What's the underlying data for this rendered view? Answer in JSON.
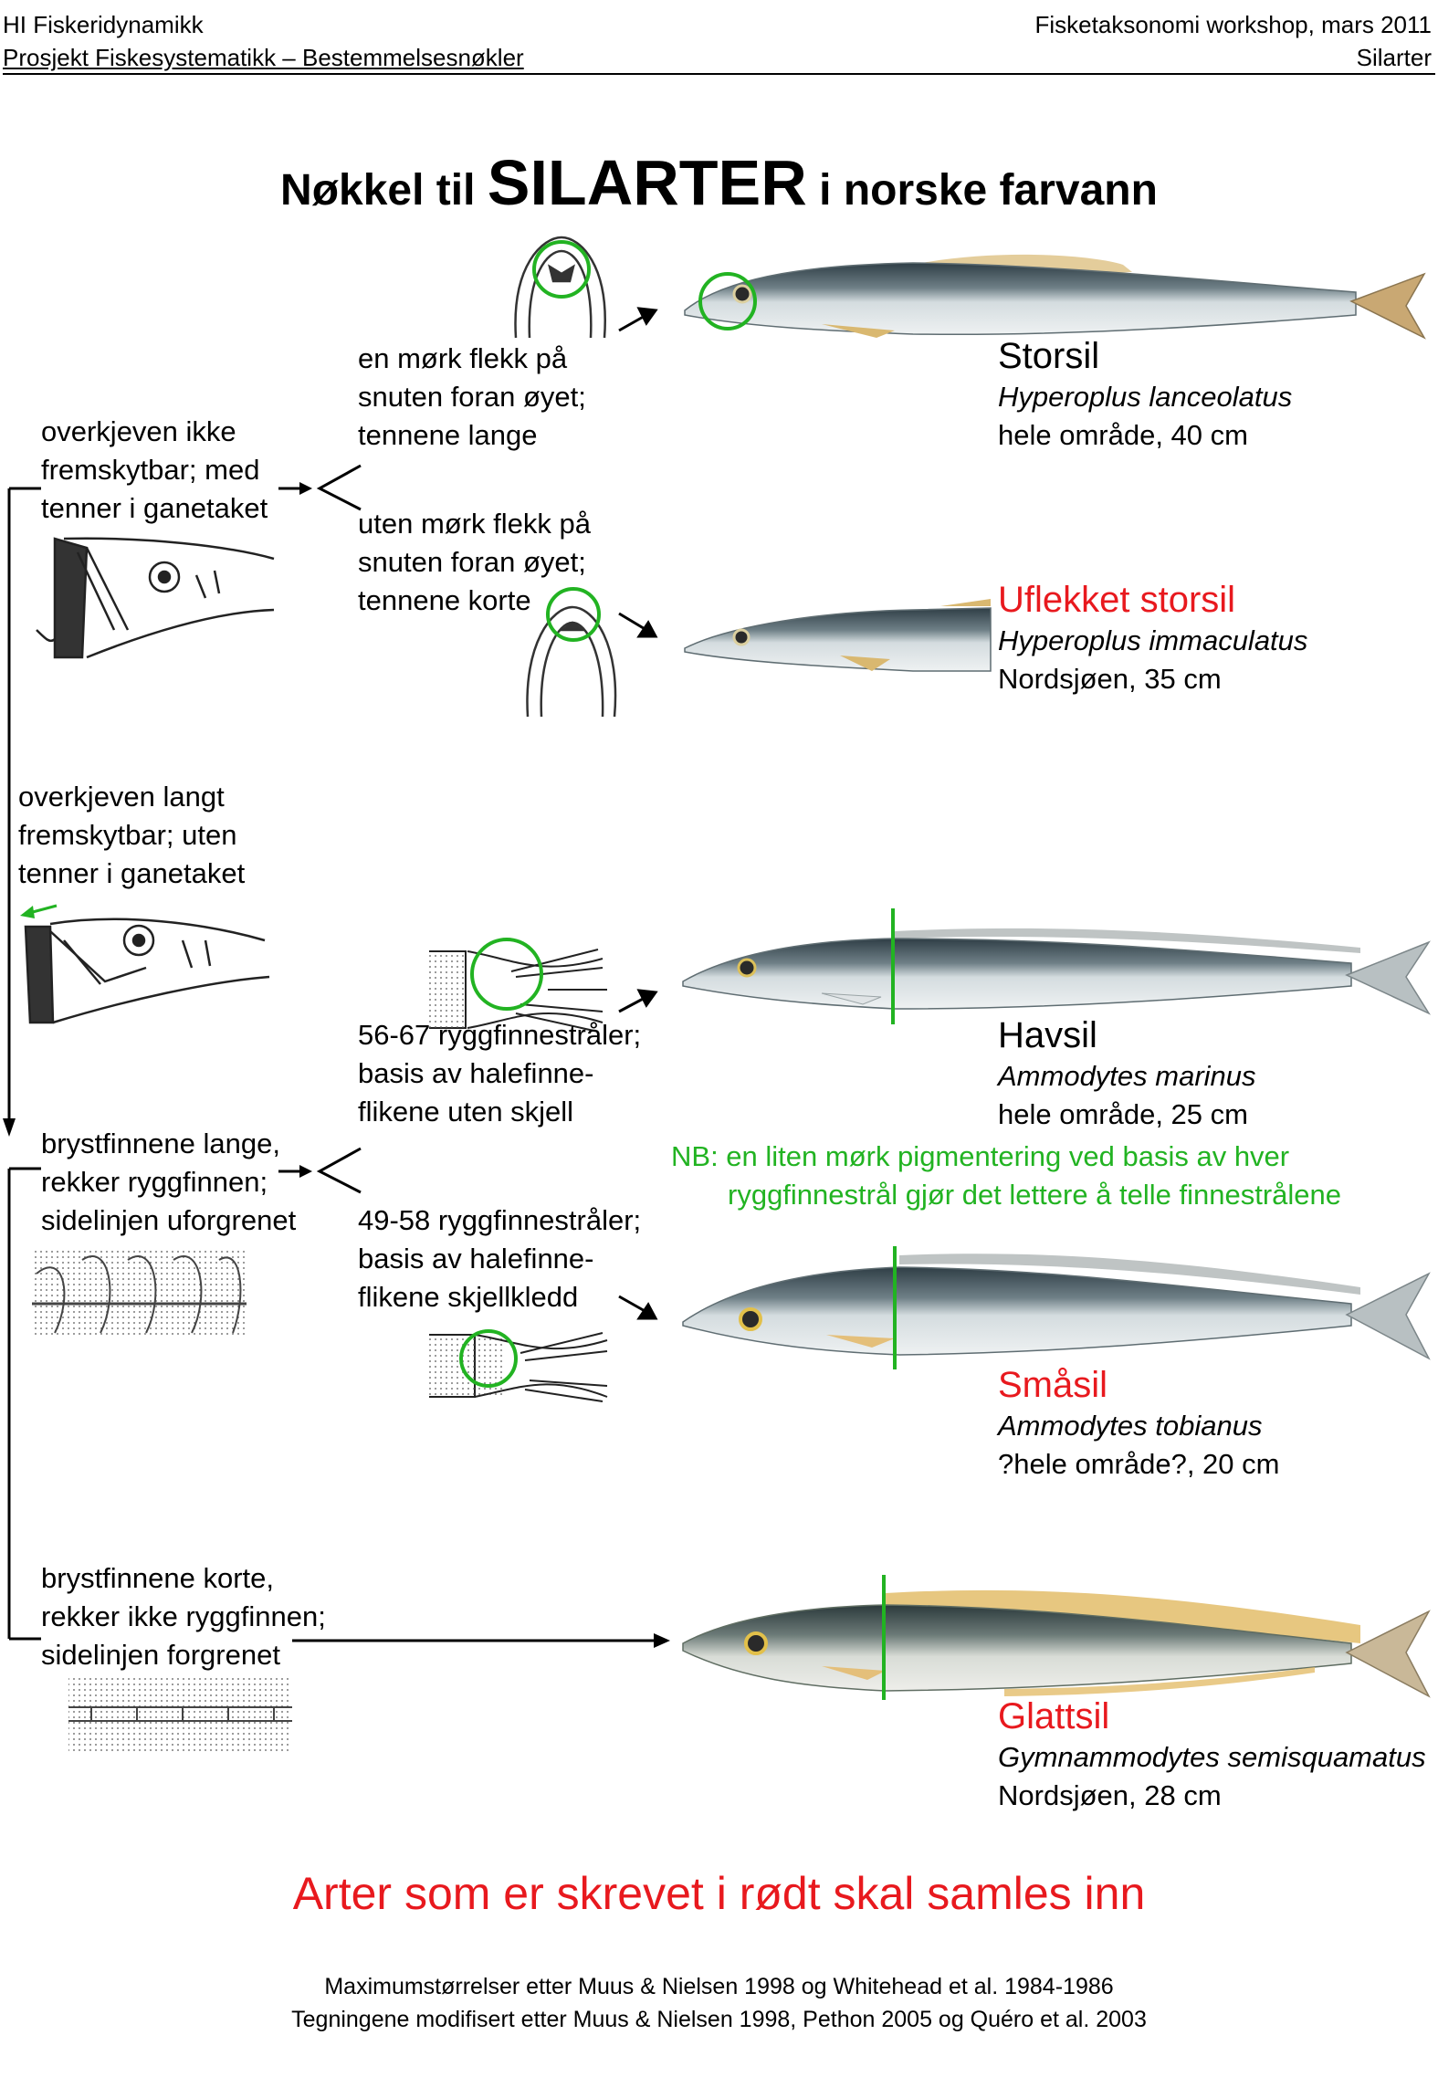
{
  "header": {
    "left_line1": "HI Fiskeridynamikk",
    "left_line2": "Prosjekt Fiskesystematikk – Bestemmelsesnøkler",
    "right_line1": "Fisketaksonomi workshop, mars 2011",
    "right_line2": "Silarter"
  },
  "title": {
    "part1": "Nøkkel til",
    "part2": "SILARTER",
    "part3": "i norske farvann"
  },
  "key": {
    "step1a": [
      "overkjeven ikke",
      "fremskytbar; med",
      "tenner i ganetaket"
    ],
    "step1b": [
      "overkjeven langt",
      "fremskytbar; uten",
      "tenner i ganetaket"
    ],
    "step2a": [
      "en mørk flekk på",
      "snuten foran øyet;",
      "tennene lange"
    ],
    "step2b": [
      "uten mørk flekk på",
      "snuten foran øyet;",
      "tennene korte"
    ],
    "step3a": [
      "brystfinnene lange,",
      "rekker ryggfinnen;",
      "sidelinjen uforgrenet"
    ],
    "step3b": [
      "brystfinnene korte,",
      "rekker ikke ryggfinnen;",
      "sidelinjen forgrenet"
    ],
    "step4a": [
      "56-67 ryggfinnestråler;",
      "basis av halefinne-",
      "flikene uten skjell"
    ],
    "step4b": [
      "49-58 ryggfinnestråler;",
      "basis av halefinne-",
      "flikene skjellkledd"
    ]
  },
  "species": [
    {
      "name": "Storsil",
      "latin": "Hyperoplus lanceolatus",
      "range": "hele område, 40 cm",
      "collect": false
    },
    {
      "name": "Uflekket storsil",
      "latin": "Hyperoplus immaculatus",
      "range": "Nordsjøen, 35 cm",
      "collect": true
    },
    {
      "name": "Havsil",
      "latin": "Ammodytes marinus",
      "range": "hele område, 25 cm",
      "collect": false
    },
    {
      "name": "Småsil",
      "latin": "Ammodytes tobianus",
      "range": "?hele område?, 20 cm",
      "collect": true
    },
    {
      "name": "Glattsil",
      "latin": "Gymnammodytes semisquamatus",
      "range": "Nordsjøen, 28 cm",
      "collect": true
    }
  ],
  "note": {
    "line1": "NB: en liten mørk pigmentering ved basis av hver",
    "line2": "ryggfinnestrål gjør det lettere å telle finnestrålene"
  },
  "bottom_note": "Arter som er skrevet i rødt skal samles inn",
  "footer": {
    "line1": "Maximumstørrelser etter Muus & Nielsen 1998 og Whitehead et al. 1984-1986",
    "line2": "Tegningene modifisert etter Muus & Nielsen 1998, Pethon 2005 og Quéro et al. 2003"
  },
  "icons": [
    "fish-illustration",
    "jaw-sketch",
    "tail-fin-sketch",
    "lateral-line-sketch",
    "arrow",
    "highlight-circle"
  ],
  "colors": {
    "collect_red": "#e8191e",
    "note_green": "#22b322",
    "fish_dark": "#3a4a52",
    "fish_silver": "#c9d2d6",
    "fin_gold": "#d9b870"
  }
}
